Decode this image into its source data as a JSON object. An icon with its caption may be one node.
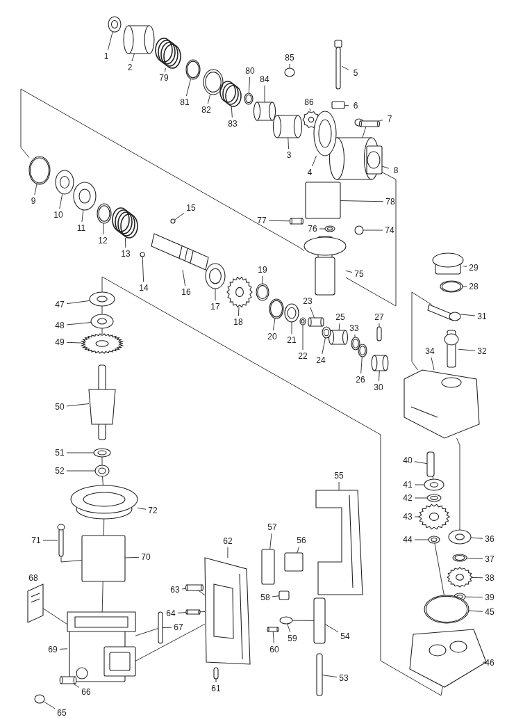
{
  "diagram": {
    "nodes": [
      {
        "text": [
          "1"
        ]
      },
      {
        "text": [
          "2"
        ]
      },
      {
        "text": [
          "79"
        ]
      },
      {
        "text": [
          "85"
        ]
      },
      {
        "text": [
          "80"
        ]
      },
      {
        "text": [
          "5"
        ]
      },
      {
        "text": [
          "84"
        ]
      },
      {
        "text": [
          "81"
        ]
      },
      {
        "text": [
          "86"
        ]
      },
      {
        "text": [
          "6"
        ]
      },
      {
        "text": [
          "82"
        ]
      },
      {
        "text": [
          "7"
        ]
      },
      {
        "text": [
          "83"
        ]
      },
      {
        "text": [
          "3"
        ]
      },
      {
        "text": [
          "8"
        ]
      },
      {
        "text": [
          "4"
        ]
      },
      {
        "text": [
          "9"
        ]
      },
      {
        "text": [
          "78"
        ]
      },
      {
        "text": [
          "15"
        ]
      },
      {
        "text": [
          "10"
        ]
      },
      {
        "text": [
          "77"
        ]
      },
      {
        "text": [
          "11"
        ]
      },
      {
        "text": [
          "76"
        ]
      },
      {
        "text": [
          "74"
        ]
      },
      {
        "text": [
          "12"
        ]
      },
      {
        "text": [
          "13"
        ]
      },
      {
        "text": [
          "29"
        ]
      },
      {
        "text": [
          "19"
        ]
      },
      {
        "text": [
          "75"
        ]
      },
      {
        "text": [
          "28"
        ]
      },
      {
        "text": [
          "14"
        ]
      },
      {
        "text": [
          "16"
        ]
      },
      {
        "text": [
          "23"
        ]
      },
      {
        "text": [
          "47"
        ]
      },
      {
        "text": [
          "17"
        ]
      },
      {
        "text": [
          "31"
        ]
      },
      {
        "text": [
          "25"
        ]
      },
      {
        "text": [
          "18"
        ]
      },
      {
        "text": [
          "27"
        ]
      },
      {
        "text": [
          "48"
        ]
      },
      {
        "text": [
          "33"
        ]
      },
      {
        "text": [
          "20"
        ]
      },
      {
        "text": [
          "21"
        ]
      },
      {
        "text": [
          "49"
        ]
      },
      {
        "text": [
          "32"
        ]
      },
      {
        "text": [
          "34"
        ]
      },
      {
        "text": [
          "22"
        ]
      },
      {
        "text": [
          "24"
        ]
      },
      {
        "text": [
          "26"
        ]
      },
      {
        "text": [
          "30"
        ]
      },
      {
        "text": [
          "50"
        ]
      },
      {
        "text": [
          "51"
        ]
      },
      {
        "text": [
          "40"
        ]
      },
      {
        "text": [
          "52"
        ]
      },
      {
        "text": [
          "55"
        ]
      },
      {
        "text": [
          "41"
        ]
      },
      {
        "text": [
          "42"
        ]
      },
      {
        "text": [
          "72"
        ]
      },
      {
        "text": [
          "43"
        ]
      },
      {
        "text": [
          "57"
        ]
      },
      {
        "text": [
          "44"
        ]
      },
      {
        "text": [
          "36"
        ]
      },
      {
        "text": [
          "71"
        ]
      },
      {
        "text": [
          "56"
        ]
      },
      {
        "text": [
          "62"
        ]
      },
      {
        "text": [
          "70"
        ]
      },
      {
        "text": [
          "37"
        ]
      },
      {
        "text": [
          "38"
        ]
      },
      {
        "text": [
          "68"
        ]
      },
      {
        "text": [
          "63"
        ]
      },
      {
        "text": [
          "58"
        ]
      },
      {
        "text": [
          "39"
        ]
      },
      {
        "text": [
          "45"
        ]
      },
      {
        "text": [
          "64"
        ]
      },
      {
        "text": [
          "67"
        ]
      },
      {
        "text": [
          "54"
        ]
      },
      {
        "text": [
          "59"
        ]
      },
      {
        "text": [
          "69"
        ]
      },
      {
        "text": [
          "60"
        ]
      },
      {
        "text": [
          "46"
        ]
      },
      {
        "text": [
          "53"
        ]
      },
      {
        "text": [
          "61"
        ]
      },
      {
        "text": [
          "66"
        ]
      },
      {
        "text": [
          "65"
        ]
      },
      {
        "text": [],
        "shape": "circle"
      },
      {
        "text": [],
        "shape": "cylinder"
      },
      {
        "text": [],
        "shape": "circle"
      },
      {
        "text": [],
        "shape": "circle"
      },
      {
        "text": [],
        "shape": "circle"
      },
      {
        "text": [],
        "shape": "cylinder"
      },
      {
        "text": [],
        "shape": "cylinder"
      },
      {
        "text": [],
        "shape": "circle"
      },
      {
        "text": [],
        "shape": "circle"
      },
      {
        "text": [],
        "shape": "box"
      },
      {
        "text": [],
        "shape": "circle"
      },
      {
        "text": [],
        "shape": "cylinder"
      },
      {
        "text": [],
        "shape": "circle"
      },
      {
        "text": [],
        "shape": "cylinder"
      },
      {
        "text": [],
        "shape": "cylinder"
      },
      {
        "text": [],
        "shape": "circle"
      },
      {
        "text": [],
        "shape": "circle"
      },
      {
        "text": [],
        "shape": "box"
      },
      {
        "text": [],
        "shape": "circle"
      },
      {
        "text": [],
        "shape": "circle"
      },
      {
        "text": [],
        "shape": "cylinder"
      },
      {
        "text": [],
        "shape": "circle"
      },
      {
        "text": [],
        "shape": "circle"
      },
      {
        "text": [],
        "shape": "circle"
      },
      {
        "text": [],
        "shape": "circle"
      },
      {
        "text": [],
        "shape": "circle"
      },
      {
        "text": [],
        "shape": "cylinder"
      },
      {
        "text": [],
        "shape": "circle"
      },
      {
        "text": [],
        "shape": "picture"
      },
      {
        "text": [],
        "shape": "circle"
      },
      {
        "text": [],
        "shape": "circle"
      },
      {
        "text": [],
        "shape": "picture"
      },
      {
        "text": [],
        "shape": "cylinder"
      },
      {
        "text": [],
        "shape": "circle"
      },
      {
        "text": [],
        "shape": "circle"
      },
      {
        "text": [],
        "shape": "bar"
      },
      {
        "text": [],
        "shape": "cylinder"
      },
      {
        "text": [],
        "shape": "circle"
      },
      {
        "text": [],
        "shape": "cylinder"
      },
      {
        "text": [],
        "shape": "circle"
      },
      {
        "text": [],
        "shape": "circle"
      },
      {
        "text": [],
        "shape": "circle"
      },
      {
        "text": [],
        "shape": "circle"
      },
      {
        "text": [],
        "shape": "circle"
      },
      {
        "text": [],
        "shape": "cylinder"
      },
      {
        "text": [],
        "shape": "picture"
      },
      {
        "text": [],
        "shape": "circle"
      },
      {
        "text": [],
        "shape": "circle"
      },
      {
        "text": [],
        "shape": "circle"
      },
      {
        "text": [],
        "shape": "cylinder"
      },
      {
        "text": [],
        "shape": "picture"
      },
      {
        "text": [],
        "shape": "circle"
      },
      {
        "text": [],
        "shape": "cylinder"
      },
      {
        "text": [],
        "shape": "circle"
      },
      {
        "text": [],
        "shape": "picture"
      },
      {
        "text": [],
        "shape": "circle"
      },
      {
        "text": [],
        "shape": "circle"
      },
      {
        "text": [],
        "shape": "circle"
      },
      {
        "text": [],
        "shape": "circle"
      },
      {
        "text": [],
        "shape": "box"
      },
      {
        "text": [],
        "shape": "circle"
      },
      {
        "text": [],
        "shape": "circle"
      },
      {
        "text": [],
        "shape": "cylinder"
      },
      {
        "text": [],
        "shape": "box"
      },
      {
        "text": [],
        "shape": "picture"
      },
      {
        "text": [],
        "shape": "box"
      },
      {
        "text": [],
        "shape": "circle"
      },
      {
        "text": [],
        "shape": "circle"
      },
      {
        "text": [],
        "shape": "picture"
      },
      {
        "text": [],
        "shape": "cylinder"
      },
      {
        "text": [],
        "shape": "box"
      },
      {
        "text": [],
        "shape": "circle"
      },
      {
        "text": [],
        "shape": "circle"
      },
      {
        "text": [],
        "shape": "cylinder"
      },
      {
        "text": [],
        "shape": "cylinder"
      },
      {
        "text": [],
        "shape": "cylinder"
      },
      {
        "text": [],
        "shape": "circle"
      },
      {
        "text": [],
        "shape": "picture"
      },
      {
        "text": [],
        "shape": "cylinder"
      },
      {
        "text": [],
        "shape": "picture"
      },
      {
        "text": [],
        "shape": "cylinder"
      },
      {
        "text": [],
        "shape": "cylinder"
      },
      {
        "text": [],
        "shape": "cylinder"
      },
      {
        "text": [],
        "shape": "circle"
      }
    ],
    "edges": [
      {
        "from": 0,
        "to": 84,
        "arrow": "none"
      },
      {
        "from": 1,
        "to": 85,
        "arrow": "none"
      },
      {
        "from": 2,
        "to": 86,
        "arrow": "none"
      },
      {
        "from": 3,
        "to": 87,
        "arrow": "none"
      },
      {
        "from": 4,
        "to": 88,
        "arrow": "none"
      },
      {
        "from": 5,
        "to": 89,
        "arrow": "none"
      },
      {
        "from": 6,
        "to": 90,
        "arrow": "none"
      },
      {
        "from": 7,
        "to": 91,
        "arrow": "none"
      },
      {
        "from": 8,
        "to": 92,
        "arrow": "none"
      },
      {
        "from": 9,
        "to": 93,
        "arrow": "none"
      },
      {
        "from": 10,
        "to": 94,
        "arrow": "none"
      },
      {
        "from": 11,
        "to": 95,
        "arrow": "none"
      },
      {
        "from": 12,
        "to": 96,
        "arrow": "none"
      },
      {
        "from": 13,
        "to": 97,
        "arrow": "none"
      },
      {
        "from": 14,
        "to": 98,
        "arrow": "none"
      },
      {
        "from": 15,
        "to": 99,
        "arrow": "none"
      },
      {
        "from": 16,
        "to": 100,
        "arrow": "none"
      },
      {
        "from": 17,
        "to": 101,
        "arrow": "none"
      },
      {
        "from": 18,
        "to": 102,
        "arrow": "none"
      },
      {
        "from": 19,
        "to": 103,
        "arrow": "none"
      },
      {
        "from": 20,
        "to": 104,
        "arrow": "none"
      },
      {
        "from": 21,
        "to": 105,
        "arrow": "none"
      },
      {
        "from": 22,
        "to": 106,
        "arrow": "none"
      },
      {
        "from": 23,
        "to": 107,
        "arrow": "none"
      },
      {
        "from": 24,
        "to": 108,
        "arrow": "none"
      },
      {
        "from": 25,
        "to": 109,
        "arrow": "none"
      },
      {
        "from": 26,
        "to": 110,
        "arrow": "none"
      },
      {
        "from": 27,
        "to": 111,
        "arrow": "none"
      },
      {
        "from": 28,
        "to": 112,
        "arrow": "none"
      },
      {
        "from": 29,
        "to": 113,
        "arrow": "none"
      },
      {
        "from": 30,
        "to": 114,
        "arrow": "none"
      },
      {
        "from": 31,
        "to": 115,
        "arrow": "none"
      },
      {
        "from": 32,
        "to": 116,
        "arrow": "none"
      },
      {
        "from": 33,
        "to": 117,
        "arrow": "none"
      },
      {
        "from": 34,
        "to": 118,
        "arrow": "none"
      },
      {
        "from": 35,
        "to": 119,
        "arrow": "none"
      },
      {
        "from": 36,
        "to": 120,
        "arrow": "none"
      },
      {
        "from": 37,
        "to": 121,
        "arrow": "none"
      },
      {
        "from": 38,
        "to": 122,
        "arrow": "none"
      },
      {
        "from": 39,
        "to": 123,
        "arrow": "none"
      },
      {
        "from": 40,
        "to": 124,
        "arrow": "none"
      },
      {
        "from": 41,
        "to": 125,
        "arrow": "none"
      },
      {
        "from": 42,
        "to": 126,
        "arrow": "none"
      },
      {
        "from": 43,
        "to": 127,
        "arrow": "none"
      },
      {
        "from": 44,
        "to": 128,
        "arrow": "none"
      },
      {
        "from": 45,
        "to": 129,
        "arrow": "none"
      },
      {
        "from": 46,
        "to": 130,
        "arrow": "none"
      },
      {
        "from": 47,
        "to": 131,
        "arrow": "none"
      },
      {
        "from": 48,
        "to": 132,
        "arrow": "none"
      },
      {
        "from": 49,
        "to": 133,
        "arrow": "none"
      },
      {
        "from": 50,
        "to": 134,
        "arrow": "none"
      },
      {
        "from": 51,
        "to": 135,
        "arrow": "none"
      },
      {
        "from": 52,
        "to": 136,
        "arrow": "none"
      },
      {
        "from": 53,
        "to": 137,
        "arrow": "none"
      },
      {
        "from": 54,
        "to": 138,
        "arrow": "none"
      },
      {
        "from": 55,
        "to": 139,
        "arrow": "none"
      },
      {
        "from": 56,
        "to": 140,
        "arrow": "none"
      },
      {
        "from": 57,
        "to": 141,
        "arrow": "none"
      },
      {
        "from": 58,
        "to": 142,
        "arrow": "none"
      },
      {
        "from": 59,
        "to": 143,
        "arrow": "none"
      },
      {
        "from": 60,
        "to": 144,
        "arrow": "none"
      },
      {
        "from": 61,
        "to": 145,
        "arrow": "none"
      },
      {
        "from": 62,
        "to": 146,
        "arrow": "none"
      },
      {
        "from": 63,
        "to": 147,
        "arrow": "none"
      },
      {
        "from": 64,
        "to": 148,
        "arrow": "none"
      },
      {
        "from": 65,
        "to": 149,
        "arrow": "none"
      },
      {
        "from": 66,
        "to": 150,
        "arrow": "none"
      },
      {
        "from": 67,
        "to": 151,
        "arrow": "none"
      },
      {
        "from": 69,
        "to": 153,
        "arrow": "none"
      },
      {
        "from": 70,
        "to": 154,
        "arrow": "none"
      },
      {
        "from": 71,
        "to": 155,
        "arrow": "none"
      },
      {
        "from": 72,
        "to": 156,
        "arrow": "none"
      },
      {
        "from": 73,
        "to": 157,
        "arrow": "none"
      },
      {
        "from": 74,
        "to": 158,
        "arrow": "none"
      },
      {
        "from": 75,
        "to": 159,
        "arrow": "none"
      },
      {
        "from": 76,
        "to": 160,
        "arrow": "none"
      },
      {
        "from": 77,
        "to": 161,
        "arrow": "none"
      },
      {
        "from": 78,
        "to": 162,
        "arrow": "none"
      },
      {
        "from": 79,
        "to": 163,
        "arrow": "none"
      },
      {
        "from": 80,
        "to": 164,
        "arrow": "none"
      },
      {
        "from": 81,
        "to": 165,
        "arrow": "none"
      },
      {
        "from": 82,
        "to": 166,
        "arrow": "none"
      },
      {
        "from": 83,
        "to": 167,
        "arrow": "none"
      },
      {
        "from": 100,
        "to": 112,
        "arrow": "none"
      },
      {
        "from": 117,
        "to": 163,
        "arrow": "none"
      },
      {
        "from": 112,
        "to": 98,
        "arrow": "none"
      },
      {
        "from": 119,
        "to": 129,
        "arrow": "none"
      },
      {
        "from": 146,
        "to": 149,
        "arrow": "none"
      },
      {
        "from": 152,
        "to": 161,
        "arrow": "none"
      },
      {
        "from": 158,
        "to": 161,
        "arrow": "none"
      },
      {
        "from": 148,
        "to": 161,
        "arrow": "none"
      },
      {
        "from": 160,
        "to": 159,
        "arrow": "none"
      },
      {
        "from": 144,
        "to": 156,
        "arrow": "none"
      },
      {
        "from": 129,
        "to": 145,
        "arrow": "none"
      },
      {
        "from": 157,
        "to": 148,
        "arrow": "none"
      },
      {
        "from": 153,
        "to": 148,
        "arrow": "none"
      },
      {
        "from": 95,
        "to": 98,
        "arrow": "none"
      },
      {
        "from": 117,
        "to": 123,
        "arrow": "none"
      },
      {
        "from": 123,
        "to": 127,
        "arrow": "none"
      },
      {
        "from": 135,
        "to": 137,
        "arrow": "none"
      },
      {
        "from": 137,
        "to": 141,
        "arrow": "none"
      },
      {
        "from": 141,
        "to": 149,
        "arrow": "none"
      },
      {
        "from": 149,
        "to": 161,
        "arrow": "none"
      },
      {
        "from": 136,
        "to": 139,
        "arrow": "none"
      }
    ]
  }
}
